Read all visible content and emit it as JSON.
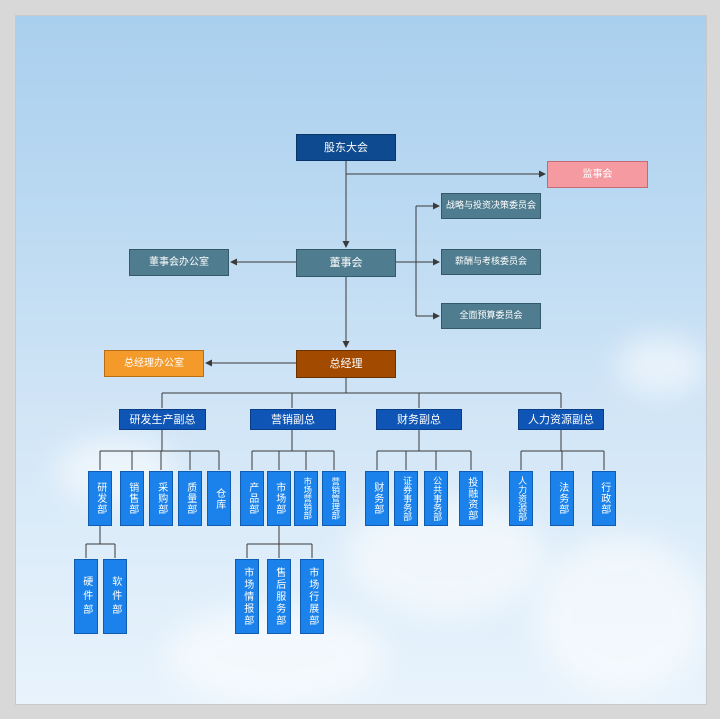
{
  "chart_title": "",
  "top": {
    "shareholders": "股东大会",
    "supervisors": "监事会",
    "strategy_committee": "战略与投资决策委员会",
    "compensation_committee": "薪酬与考核委员会",
    "budget_committee": "全面预算委员会",
    "board_office": "董事会办公室",
    "board": "董事会",
    "gm_office": "总经理办公室",
    "gm": "总经理"
  },
  "vps": [
    "研发生产副总",
    "营销副总",
    "财务副总",
    "人力资源副总"
  ],
  "departments": {
    "rd_production": [
      "研发部",
      "销售部",
      "采购部",
      "质量部",
      "仓库"
    ],
    "marketing": [
      "产品部",
      "市场部",
      "市场营销部",
      "营销管理部"
    ],
    "finance": [
      "财务部",
      "证券事务部",
      "公共事务部",
      "投融资部"
    ],
    "hr": [
      "人力资源部",
      "法务部",
      "行政部"
    ]
  },
  "sub_departments": {
    "rd": [
      "硬件部",
      "软件部"
    ],
    "market": [
      "市场情报部",
      "售后服务部",
      "市场行展部"
    ]
  },
  "colors": {
    "navy": "#0d4a8f",
    "steel": "#4f7c8f",
    "pink": "#f49aa0",
    "orange": "#f39a2b",
    "brown": "#a24a00",
    "vp_blue": "#0e55b6",
    "dept_blue": "#1a82ea"
  }
}
